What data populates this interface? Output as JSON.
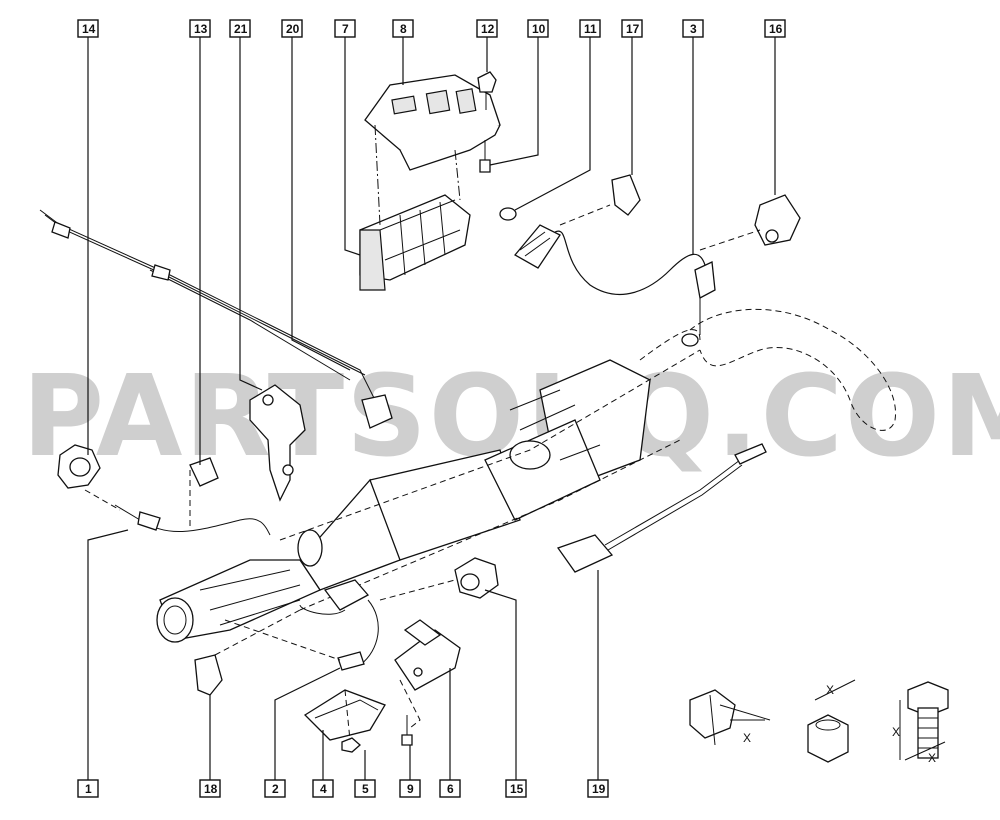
{
  "watermark": "PARTSOUQ.COM",
  "callouts": {
    "c14": "14",
    "c13": "13",
    "c21": "21",
    "c20": "20",
    "c7": "7",
    "c8": "8",
    "c12": "12",
    "c10": "10",
    "c11": "11",
    "c17": "17",
    "c3": "3",
    "c16": "16",
    "c1": "1",
    "c18": "18",
    "c2": "2",
    "c4": "4",
    "c5": "5",
    "c9": "9",
    "c6": "6",
    "c15": "15",
    "c19": "19"
  },
  "legend": {
    "x1": "X",
    "x2": "X",
    "x3": "X",
    "x4": "X"
  }
}
